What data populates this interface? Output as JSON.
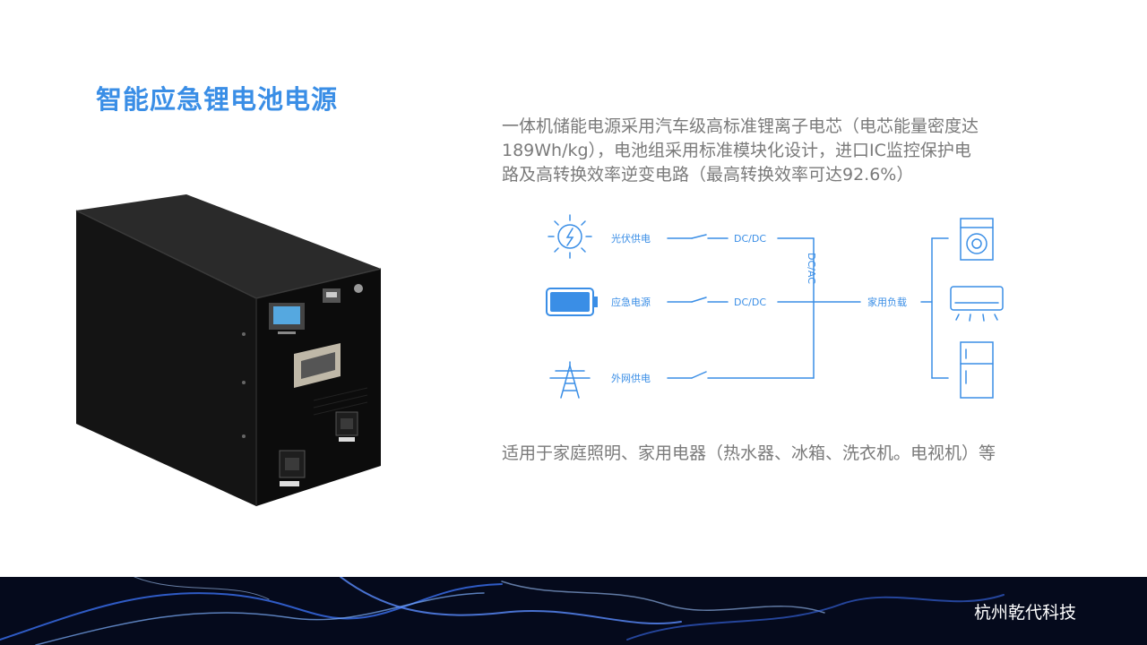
{
  "slide": {
    "title": "智能应急锂电池电源",
    "description_lines": [
      "一体机储能电源采用汽车级高标准锂离子电芯（电芯能量密度达",
      "189Wh/kg），电池组采用标准模块化设计，进口IC监控保护电",
      "路及高转换效率逆变电路（最高转换效率可达92.6%）"
    ],
    "usage": "适用于家庭照明、家用电器（热水器、冰箱、洗衣机。电视机）等"
  },
  "diagram": {
    "sources": [
      "光伏供电",
      "应急电源",
      "外网供电"
    ],
    "converter_1": "DC/DC",
    "converter_2": "DC/DC",
    "inverter": "DC/AC",
    "load": "家用负载",
    "source_icons": [
      "sun-icon",
      "battery-icon",
      "power-tower-icon"
    ],
    "load_icons": [
      "washing-machine-icon",
      "air-conditioner-icon",
      "refrigerator-icon"
    ],
    "line_color": "#3a8ee6"
  },
  "footer": {
    "company": "杭州乾代科技"
  },
  "colors": {
    "accent": "#3a8ee6",
    "text": "#7a7a7a",
    "footer_bg": "#050a1c"
  }
}
